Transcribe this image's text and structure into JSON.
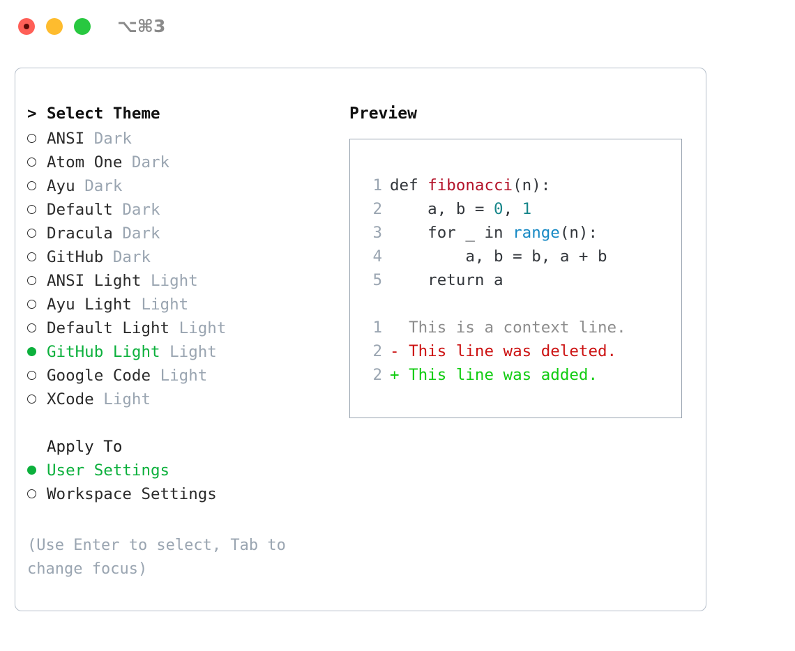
{
  "titlebar": {
    "shortcut": "⌥⌘3",
    "buttons": {
      "close": "close",
      "minimize": "minimize",
      "maximize": "maximize"
    }
  },
  "theme_picker": {
    "heading_marker": ">",
    "heading": "Select Theme",
    "items": [
      {
        "marker": "○",
        "selected": false,
        "label": "ANSI",
        "variant": "Dark"
      },
      {
        "marker": "○",
        "selected": false,
        "label": "Atom One",
        "variant": "Dark"
      },
      {
        "marker": "○",
        "selected": false,
        "label": "Ayu",
        "variant": "Dark"
      },
      {
        "marker": "○",
        "selected": false,
        "label": "Default",
        "variant": "Dark"
      },
      {
        "marker": "○",
        "selected": false,
        "label": "Dracula",
        "variant": "Dark"
      },
      {
        "marker": "○",
        "selected": false,
        "label": "GitHub",
        "variant": "Dark"
      },
      {
        "marker": "○",
        "selected": false,
        "label": "ANSI Light",
        "variant": "Light"
      },
      {
        "marker": "○",
        "selected": false,
        "label": "Ayu Light",
        "variant": "Light"
      },
      {
        "marker": "○",
        "selected": false,
        "label": "Default Light",
        "variant": "Light"
      },
      {
        "marker": "●",
        "selected": true,
        "label": "GitHub Light",
        "variant": "Light"
      },
      {
        "marker": "○",
        "selected": false,
        "label": "Google Code",
        "variant": "Light"
      },
      {
        "marker": "○",
        "selected": false,
        "label": "XCode",
        "variant": "Light"
      }
    ]
  },
  "apply_to": {
    "heading": "Apply To",
    "options": [
      {
        "marker": "●",
        "selected": true,
        "label": "User Settings"
      },
      {
        "marker": "○",
        "selected": false,
        "label": "Workspace Settings"
      }
    ]
  },
  "hint": "(Use Enter to select, Tab to change focus)",
  "preview": {
    "title": "Preview",
    "code_lines": [
      {
        "no": "1",
        "tokens": [
          {
            "t": "def ",
            "c": "plain"
          },
          {
            "t": "fibonacci",
            "c": "func"
          },
          {
            "t": "(n):",
            "c": "plain"
          }
        ]
      },
      {
        "no": "2",
        "tokens": [
          {
            "t": "    a, b = ",
            "c": "plain"
          },
          {
            "t": "0",
            "c": "num"
          },
          {
            "t": ", ",
            "c": "plain"
          },
          {
            "t": "1",
            "c": "num"
          }
        ]
      },
      {
        "no": "3",
        "tokens": [
          {
            "t": "    for _ in ",
            "c": "plain"
          },
          {
            "t": "range",
            "c": "call"
          },
          {
            "t": "(n):",
            "c": "plain"
          }
        ]
      },
      {
        "no": "4",
        "tokens": [
          {
            "t": "        a, b = b, a + b",
            "c": "plain"
          }
        ]
      },
      {
        "no": "5",
        "tokens": [
          {
            "t": "    return a",
            "c": "plain"
          }
        ]
      }
    ],
    "diff_lines": [
      {
        "no": "1",
        "sign": " ",
        "text": " This is a context line.",
        "kind": "context"
      },
      {
        "no": "2",
        "sign": "-",
        "text": " This line was deleted.",
        "kind": "del"
      },
      {
        "no": "2",
        "sign": "+",
        "text": " This line was added.",
        "kind": "add"
      }
    ]
  },
  "colors": {
    "accent_green": "#0cb03c",
    "muted_gray": "#9aa5b1",
    "border": "#b6bfca",
    "preview_border": "#9aa5b1",
    "syntax_function": "#b3132a",
    "syntax_number": "#17868a",
    "syntax_call": "#1789c4",
    "diff_deleted": "#cc1212",
    "diff_added": "#11cc11",
    "traffic_red": "#ff5f57",
    "traffic_amber": "#febc2e",
    "traffic_green": "#28c840"
  }
}
